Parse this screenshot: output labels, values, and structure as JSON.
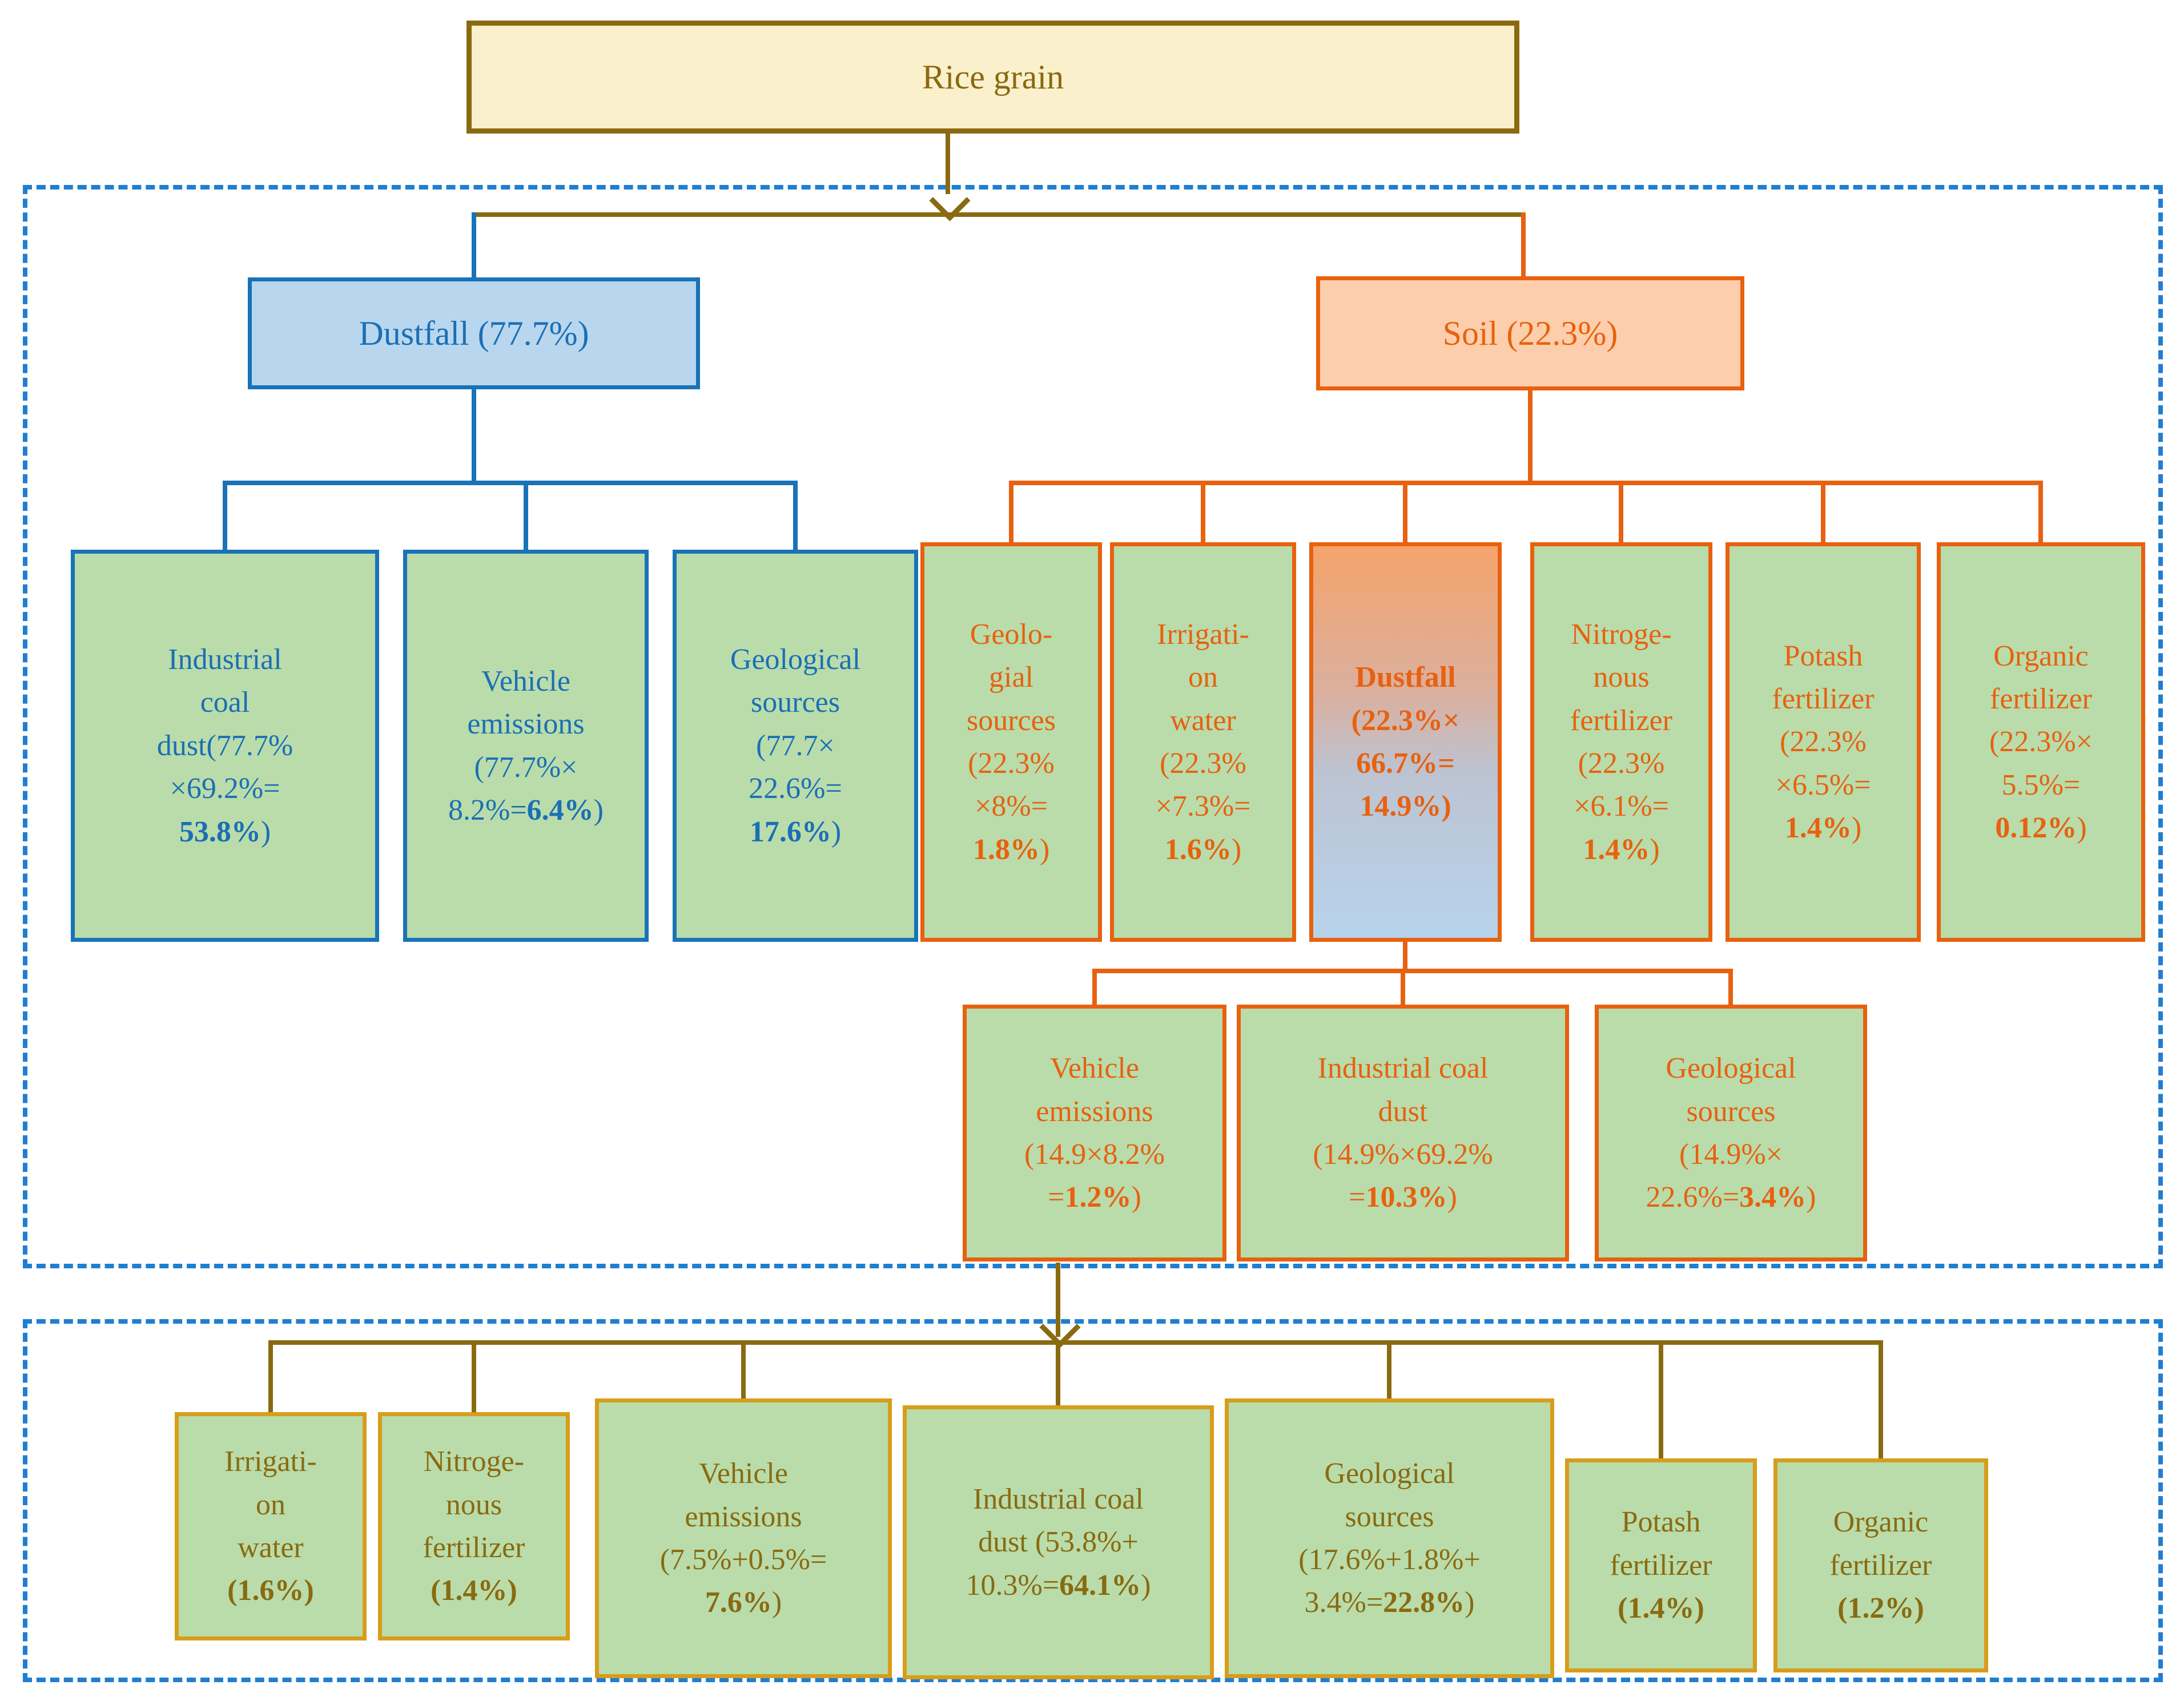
{
  "colors": {
    "olive_line": "#8a6a10",
    "blue_line": "#1873b8",
    "orange_line": "#e8610f",
    "dashed_border": "#1e7fd2",
    "green_fill": "#b9dcaa",
    "cream_fill": "#fbf0cc",
    "lightblue_fill": "#b8d7ee",
    "lightorange_fill": "#fcceac",
    "amber_border": "#d79d1b",
    "gradient_top": "#f5a36b",
    "gradient_bottom": "#b7d3ec"
  },
  "nodes": {
    "rice": {
      "label": "Rice grain"
    },
    "dustfall_top": {
      "label": "Dustfall (77.7%)"
    },
    "soil_top": {
      "label": "Soil (22.3%)"
    },
    "icd": {
      "lines": [
        "Industrial",
        "coal",
        "dust(77.7%",
        "×69.2%=",
        {
          "b": "53.8%",
          "post": ")"
        }
      ]
    },
    "ve": {
      "lines": [
        "Vehicle",
        "emissions",
        "(77.7%×",
        {
          "pre": "8.2%=",
          "b": "6.4%",
          "post": ")"
        }
      ]
    },
    "gs": {
      "lines": [
        "Geological",
        "sources",
        "(77.7×",
        "22.6%=",
        {
          "b": "17.6%",
          "post": ")"
        }
      ]
    },
    "geo2": {
      "lines": [
        "Geolo-",
        "gial",
        "sources",
        "(22.3%",
        "×8%=",
        {
          "b": "1.8%",
          "post": ")"
        }
      ]
    },
    "irr2": {
      "lines": [
        "Irrigati-",
        "on",
        "water",
        "(22.3%",
        "×7.3%=",
        {
          "b": "1.6%",
          "post": ")"
        }
      ]
    },
    "dust2": {
      "lines": [
        "Dustfall",
        "(22.3%×",
        "66.7%=",
        {
          "b": "14.9%",
          "post": ")"
        }
      ]
    },
    "nit2": {
      "lines": [
        "Nitroge-",
        "nous",
        "fertilizer",
        "(22.3%",
        "×6.1%=",
        {
          "b": "1.4%",
          "post": ")"
        }
      ]
    },
    "pot2": {
      "lines": [
        "Potash",
        "fertilizer",
        "(22.3%",
        "×6.5%=",
        {
          "b": "1.4%",
          "post": ")"
        }
      ]
    },
    "org2": {
      "lines": [
        "Organic",
        "fertilizer",
        "(22.3%×",
        "5.5%=",
        {
          "b": "0.12%",
          "post": ")"
        }
      ]
    },
    "ve3": {
      "lines": [
        "Vehicle",
        "emissions",
        "(14.9×8.2%",
        {
          "pre": "=",
          "b": "1.2%",
          "post": ")"
        }
      ]
    },
    "icd3": {
      "lines": [
        "Industrial coal",
        "dust",
        "(14.9%×69.2%",
        {
          "pre": "=",
          "b": "10.3%",
          "post": ")"
        }
      ]
    },
    "gs3": {
      "lines": [
        "Geological",
        "sources",
        "(14.9%×",
        {
          "pre": "22.6%=",
          "b": "3.4%",
          "post": ")"
        }
      ]
    },
    "irr4": {
      "lines": [
        "Irrigati-",
        "on",
        "water",
        {
          "b": "(1.6%)"
        }
      ]
    },
    "nit4": {
      "lines": [
        "Nitroge-",
        "nous",
        "fertilizer",
        {
          "b": "(1.4%)"
        }
      ]
    },
    "ve4": {
      "lines": [
        "Vehicle",
        "emissions",
        "(7.5%+0.5%=",
        {
          "b": "7.6%",
          "post": ")"
        }
      ]
    },
    "icd4": {
      "lines": [
        "Industrial coal",
        "dust (53.8%+",
        {
          "pre": "10.3%=",
          "b": "64.1%",
          "post": ")"
        }
      ]
    },
    "gs4": {
      "lines": [
        "Geological",
        "sources",
        "(17.6%+1.8%+",
        {
          "pre": "3.4%=",
          "b": "22.8%",
          "post": ")"
        }
      ]
    },
    "pot4": {
      "lines": [
        "Potash",
        "fertilizer",
        {
          "b": "(1.4%)"
        }
      ]
    },
    "org4": {
      "lines": [
        "Organic",
        "fertilizer",
        {
          "b": "(1.2%)"
        }
      ]
    }
  }
}
